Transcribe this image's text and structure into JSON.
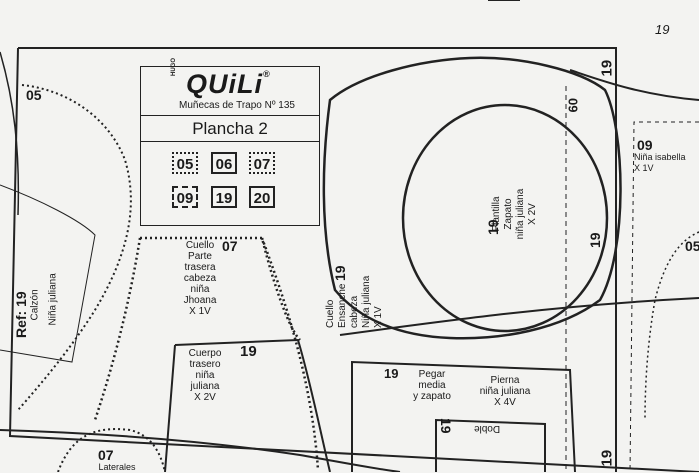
{
  "page_number": "19",
  "brand": {
    "small": "HUGO",
    "name": "QUiLi",
    "registered": "®",
    "subtitle": "Muñecas de Trapo Nº 135"
  },
  "plancha": "Plancha 2",
  "chips": [
    {
      "label": "05",
      "style": "dotted"
    },
    {
      "label": "06",
      "style": "solid"
    },
    {
      "label": "07",
      "style": "dotted"
    },
    {
      "label": "09",
      "style": "dash"
    },
    {
      "label": "19",
      "style": "solid"
    },
    {
      "label": "20",
      "style": "solid"
    }
  ],
  "pieces": {
    "edge_top_left": "05",
    "ref_code": "Ref: 19",
    "calzon": "Calzón",
    "calzon_name": "Niña juliana",
    "cuello_num": "07",
    "cuello_text": [
      "Cuello",
      "Parte",
      "trasera",
      "cabeza",
      "niña",
      "Jhoana",
      "X 1V"
    ],
    "cuerpo_num": "19",
    "cuerpo_text": [
      "Cuerpo",
      "trasero",
      "niña",
      "juliana",
      "X 2V"
    ],
    "laterales_num": "07",
    "laterales_text": "Laterales",
    "ensanche_num": "19",
    "ensanche_text": [
      "Cuello",
      "Ensanche",
      "cabeza",
      "Niña juliana",
      "X 1V"
    ],
    "plantilla_num": "19",
    "plantilla_text": [
      "Plantilla",
      "Zapato",
      "niña juliana",
      "X 2V"
    ],
    "zapato_num": "19",
    "right_top_num": "19",
    "right_60": "60",
    "pegar_num": "19",
    "pegar_text": [
      "Pegar",
      "media",
      "y zapato"
    ],
    "pierna_text": [
      "Pierna",
      "niña juliana",
      "X 4V"
    ],
    "doble": "Doble",
    "doble_num": "19",
    "bottom_right_num": "19",
    "isabella_num": "09",
    "isabella_text": [
      "Niña isabella",
      "X 1V"
    ],
    "far_right_num": "05"
  }
}
